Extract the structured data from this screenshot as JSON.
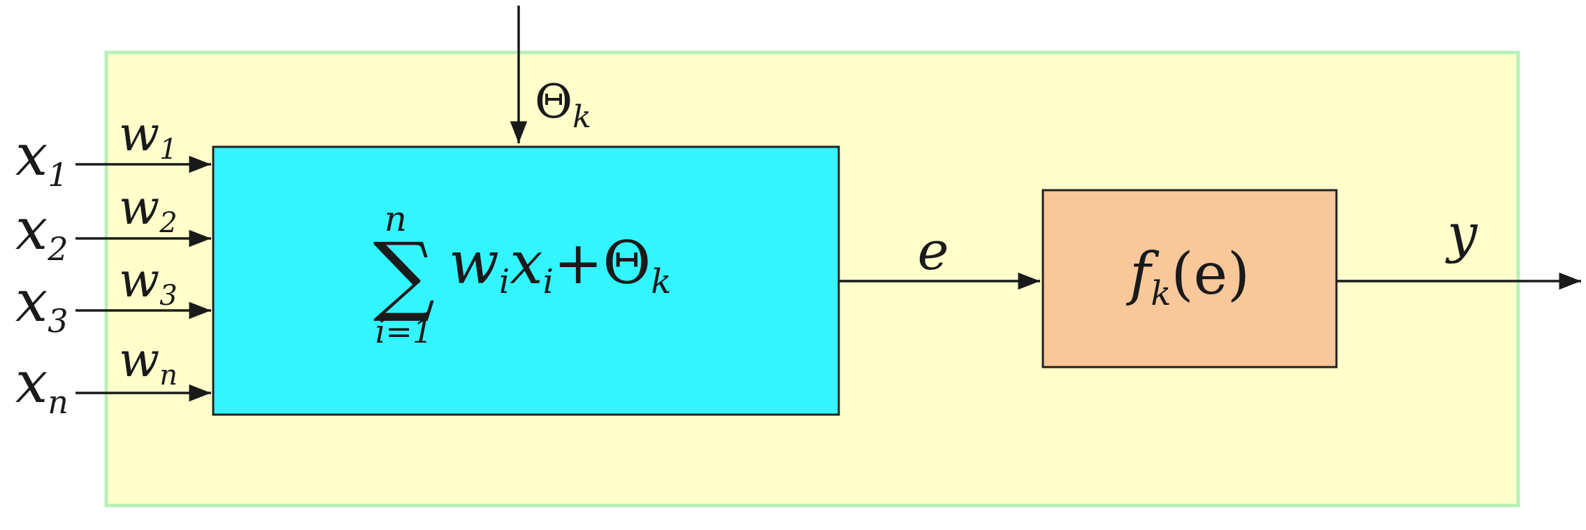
{
  "colors": {
    "background": "#ffffff",
    "outer_panel_fill": "#ffffcc",
    "outer_panel_border": "#b8f0b8",
    "sum_box_fill": "#33f5ff",
    "activation_box_fill": "#f8c79a",
    "line": "#1a1a1a"
  },
  "inputs": [
    {
      "x_base": "x",
      "x_sub": "1",
      "w_base": "w",
      "w_sub": "1"
    },
    {
      "x_base": "x",
      "x_sub": "2",
      "w_base": "w",
      "w_sub": "2"
    },
    {
      "x_base": "x",
      "x_sub": "3",
      "w_base": "w",
      "w_sub": "3"
    },
    {
      "x_base": "x",
      "x_sub": "n",
      "w_base": "w",
      "w_sub": "n"
    }
  ],
  "bias": {
    "symbol": "Θ",
    "sub": "k"
  },
  "sum_block": {
    "sigma": "∑",
    "upper_limit": "n",
    "lower_limit": "i=1",
    "term_w": "w",
    "term_w_sub": "i",
    "term_x": "x",
    "term_x_sub": "i",
    "plus": "+",
    "theta": "Θ",
    "theta_sub": "k"
  },
  "activation_block": {
    "func": "f",
    "func_sub": "k",
    "arg": "(e)"
  },
  "signal_label": "e",
  "output_label": "y"
}
